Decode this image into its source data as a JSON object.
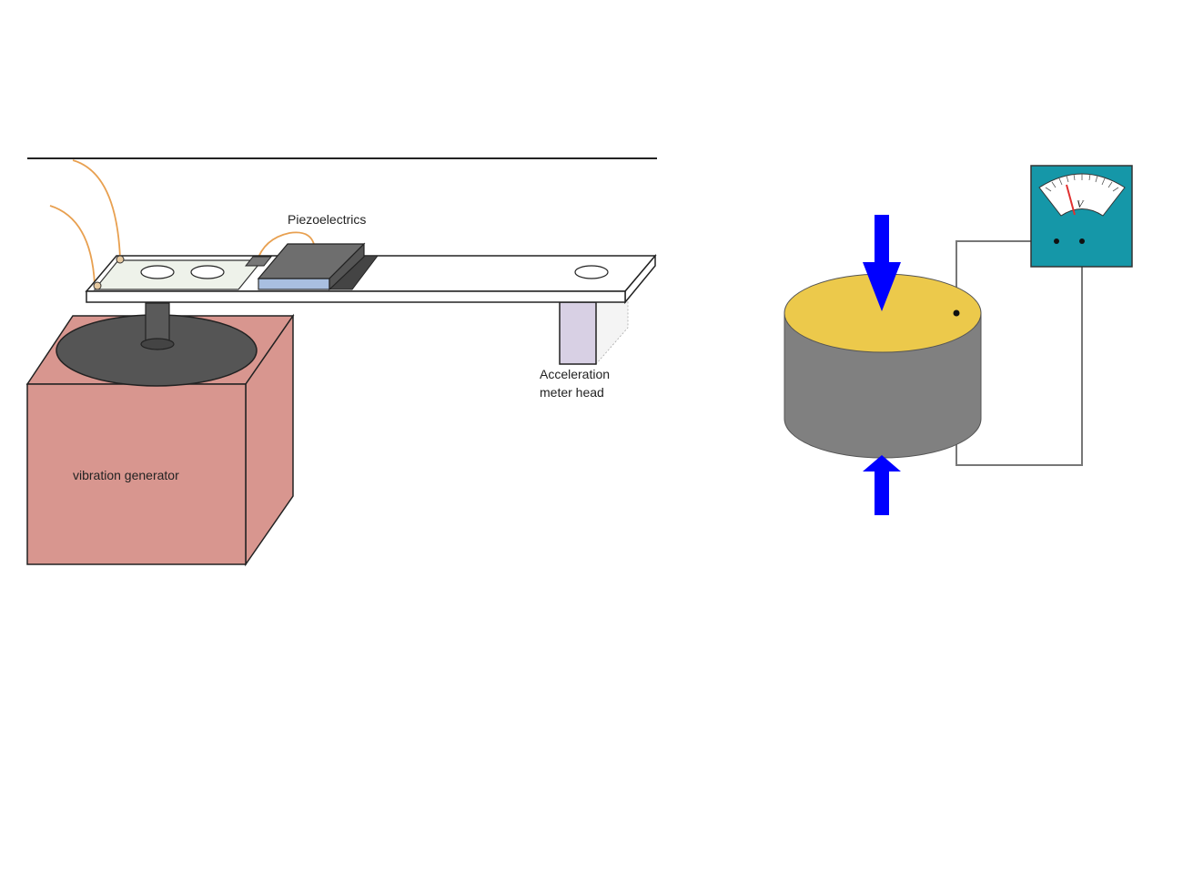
{
  "left_diagram": {
    "labels": {
      "piezoelectrics": "Piezoelectrics",
      "acceleration_line1": "Acceleration",
      "acceleration_line2": "meter head",
      "vibration_generator": "vibration generator"
    },
    "colors": {
      "generator_box": "#d8968f",
      "generator_disk": "#555555",
      "wire": "#e8a050",
      "piezo_top": "#6e6e6e",
      "piezo_base": "#a9bfe0",
      "accelerometer": "#d8d0e4"
    }
  },
  "right_diagram": {
    "meter_symbol": "V",
    "colors": {
      "cylinder_top": "#ecc94b",
      "cylinder_body": "#808080",
      "force_arrow": "#0000ff",
      "meter_case": "#1597a8",
      "meter_needle": "#e03030",
      "wire": "#777777"
    }
  }
}
